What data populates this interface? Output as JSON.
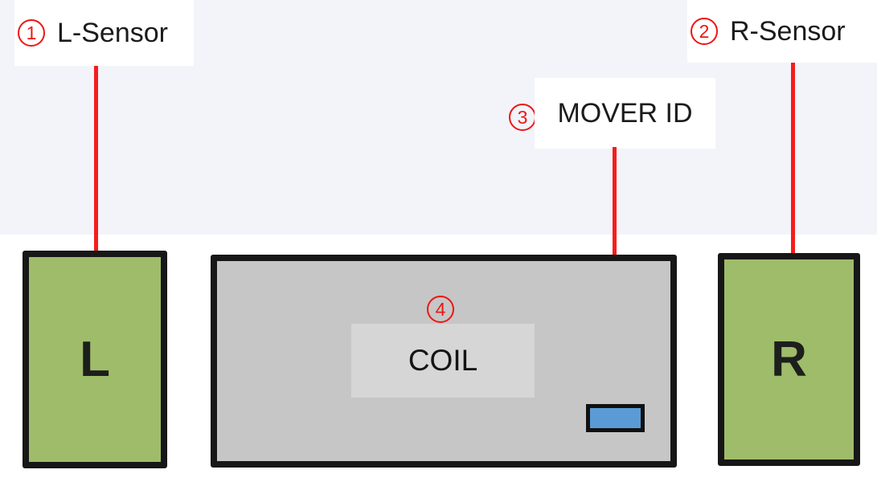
{
  "callouts": {
    "l_sensor": {
      "number": "1",
      "label": "L-Sensor"
    },
    "r_sensor": {
      "number": "2",
      "label": "R-Sensor"
    },
    "mover_id": {
      "number": "3",
      "label": "MOVER ID"
    },
    "coil": {
      "number": "4",
      "label": "COIL"
    }
  },
  "blocks": {
    "left_sensor_letter": "L",
    "right_sensor_letter": "R"
  },
  "colors": {
    "callout_red": "#ef1515",
    "arrow_red": "#f51d1d",
    "sensor_green": "#9fbc6a",
    "mover_body_gray": "#c6c6c6",
    "coil_gray": "#d6d6d6",
    "mover_id_blue": "#5b9bd5",
    "outline_black": "#171717",
    "top_band_background": "#f2f4f9",
    "lower_background": "#ffffff",
    "label_background": "#ffffff"
  }
}
